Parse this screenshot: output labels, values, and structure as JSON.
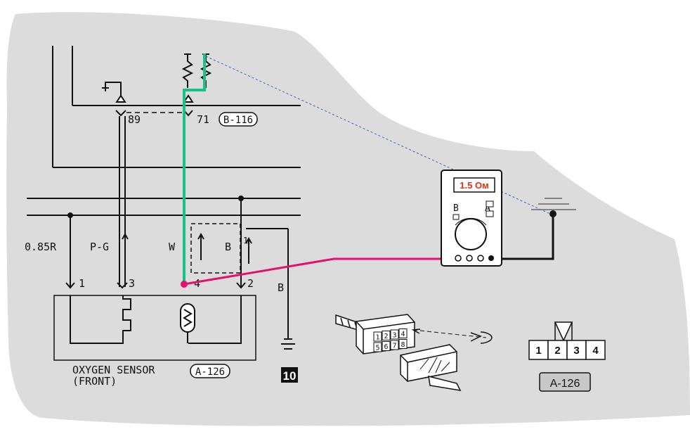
{
  "wiring": {
    "wire_labels": [
      "0.85R",
      "P-G",
      "W",
      "B",
      "B"
    ],
    "pin_numbers_top": [
      "89",
      "71"
    ],
    "pin_numbers_bottom": [
      "1",
      "3",
      "4",
      "2"
    ],
    "b_pin": "1"
  },
  "connector_b116": "B-116",
  "sensor": {
    "title": "OXYGEN SENSOR",
    "subtitle": "(FRONT)",
    "connector": "A-126"
  },
  "ground_id": "10",
  "multimeter": {
    "reading": "1.5 Ом",
    "switch_marks": [
      "B",
      "A"
    ]
  },
  "harness_connector": {
    "pins_top": [
      "1",
      "2",
      "3",
      "4"
    ],
    "pins_bottom": [
      "5",
      "6",
      "7",
      "8"
    ]
  },
  "pinout": {
    "pins": [
      "1",
      "2",
      "3",
      "4"
    ],
    "label": "A-126"
  },
  "colors": {
    "test_lead_green": "#19c08a",
    "test_lead_pink": "#e6106a",
    "reading_red": "#e03010",
    "background_gray": "#dcdcdc"
  }
}
